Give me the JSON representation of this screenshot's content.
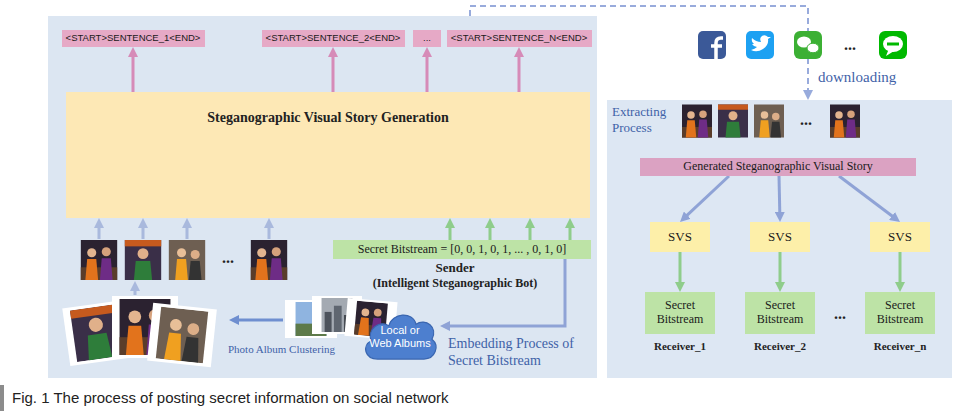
{
  "diagram": {
    "caption": "Fig. 1 The process of posting secret information on social network",
    "nodes": [
      {
        "text": [
          "Embedding Process of Secret Bitstream"
        ]
      },
      {
        "text": [
          "<START>SENTENCE_1<END>"
        ],
        "in": 0
      },
      {
        "text": [
          "<START>SENTENCE_2<END>"
        ],
        "in": 0
      },
      {
        "text": [
          "..."
        ],
        "in": 0
      },
      {
        "text": [
          "<START>SENTENCE_N<END>"
        ],
        "in": 0
      },
      {
        "text": [
          "Steganographic Visual Story Generation"
        ],
        "in": 0
      },
      {
        "text": [
          "Secret Bitstream = [0, 0, 1, 0, 1, ... , 0, 1, 0]"
        ],
        "in": 0
      },
      {
        "text": [
          "Local or Web Albums"
        ],
        "in": 0
      },
      {
        "text": [
          "Extracting Process"
        ]
      },
      {
        "text": [
          "Generated Steganographic Visual Story"
        ],
        "in": 8
      },
      {
        "text": [
          "SVS"
        ],
        "in": 8
      },
      {
        "text": [
          "SVS"
        ],
        "in": 8
      },
      {
        "text": [
          "SVS"
        ],
        "in": 8
      },
      {
        "text": [
          "Secret Bitstream"
        ],
        "in": 8
      },
      {
        "text": [
          "Secret Bitstream"
        ],
        "in": 8
      },
      {
        "text": [
          "Secret Bitstream"
        ],
        "in": 8
      }
    ],
    "edges": [
      {
        "from": 5,
        "to": 1,
        "arrow": "to"
      },
      {
        "from": 5,
        "to": 2,
        "arrow": "to"
      },
      {
        "from": 5,
        "to": 3,
        "arrow": "to"
      },
      {
        "from": 5,
        "to": 4,
        "arrow": "to"
      },
      {
        "from": 6,
        "to": 5,
        "arrow": "to"
      },
      {
        "from": 6,
        "to": 5,
        "arrow": "to"
      },
      {
        "from": 6,
        "to": 5,
        "arrow": "to"
      },
      {
        "from": 6,
        "to": 5,
        "arrow": "to"
      },
      {
        "from": 6,
        "to": 7,
        "arrow": "to"
      },
      {
        "from": 0,
        "to": 8,
        "arrow": "to",
        "label": "downloading"
      },
      {
        "from": 9,
        "to": 10,
        "arrow": "to"
      },
      {
        "from": 9,
        "to": 11,
        "arrow": "to"
      },
      {
        "from": 9,
        "to": 12,
        "arrow": "to"
      },
      {
        "from": 10,
        "to": 13,
        "arrow": "to"
      },
      {
        "from": 11,
        "to": 14,
        "arrow": "to"
      },
      {
        "from": 12,
        "to": 15,
        "arrow": "to"
      }
    ],
    "labels": [
      "...",
      "Sender",
      "(Intelligent Steganographic Bot)",
      "Photo Album Clustering",
      "...",
      "...",
      "...",
      "Receiver_1",
      "Receiver_2",
      "Receiver_n"
    ]
  }
}
